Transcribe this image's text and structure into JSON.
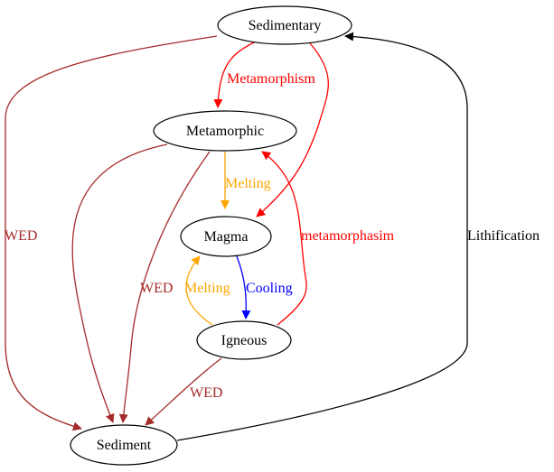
{
  "diagram": {
    "nodes": {
      "sedimentary": "Sedimentary",
      "metamorphic": "Metamorphic",
      "magma": "Magma",
      "igneous": "Igneous",
      "sediment": "Sediment"
    },
    "edges": {
      "sedimentary_metamorphic": "Metamorphism",
      "metamorphic_magma": "Melting",
      "magma_igneous": "Cooling",
      "igneous_magma": "Melting",
      "igneous_metamorphic": "metamorphasim",
      "sediment_sedimentary": "Lithification",
      "sedimentary_sediment": "WED",
      "metamorphic_sediment": "WED",
      "igneous_sediment": "WED"
    },
    "colors": {
      "metamorphism": "#ff0000",
      "melting": "#ffa500",
      "cooling": "#0000ff",
      "weathering": "#a52a2a",
      "lithification": "#000000"
    }
  }
}
